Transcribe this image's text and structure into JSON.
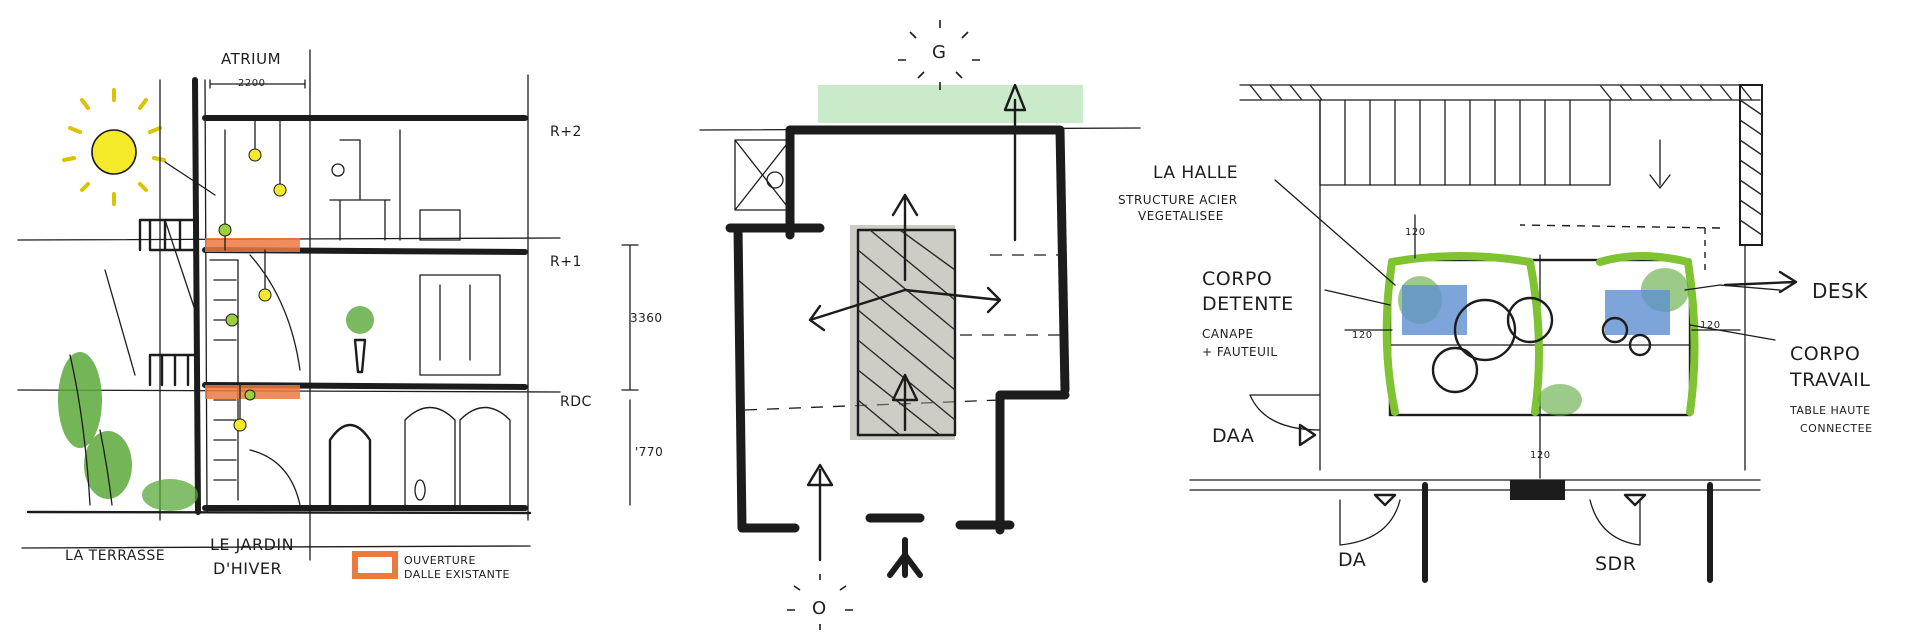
{
  "colors": {
    "ink": "#1c1c1c",
    "sun": "#f5ea2a",
    "sun_rays": "#d8c400",
    "foliage": "#5aa83a",
    "foliage_light": "#9ccf3d",
    "blue_furniture": "#5e8fd0",
    "opening_orange": "#ec7a3f",
    "green_wash": "#bfe7bf",
    "gray_wash": "#9c9c8c"
  },
  "section": {
    "atrium": "ATRIUM",
    "atrium_dim": "2200",
    "level_r2": "R+2",
    "level_r1": "R+1",
    "level_rdc": "RDC",
    "dim_upper": "3360",
    "dim_lower": "'770",
    "zone_terrasse": "LA TERRASSE",
    "zone_jardin_1": "LE JARDIN",
    "zone_jardin_2": "D'HIVER",
    "legend_1": "OUVERTURE",
    "legend_2": "DALLE EXISTANTE"
  },
  "plan": {
    "north_label": "G",
    "south_label": "O"
  },
  "layout_plan": {
    "halle_1": "LA HALLE",
    "halle_2": "STRUCTURE ACIER",
    "halle_3": "VEGETALISEE",
    "corpo_detente_1": "CORPO",
    "corpo_detente_2": "DETENTE",
    "canape_1": "CANAPE",
    "canape_2": "+ FAUTEUIL",
    "desk": "DESK",
    "corpo_travail_1": "CORPO",
    "corpo_travail_2": "TRAVAIL",
    "table_1": "TABLE HAUTE",
    "table_2": "CONNECTEE",
    "daa": "DAA",
    "da": "DA",
    "sdr": "SDR",
    "dim_120_top": "120",
    "dim_120_left": "120",
    "dim_120_right": "120",
    "dim_120_bottom": "120"
  }
}
